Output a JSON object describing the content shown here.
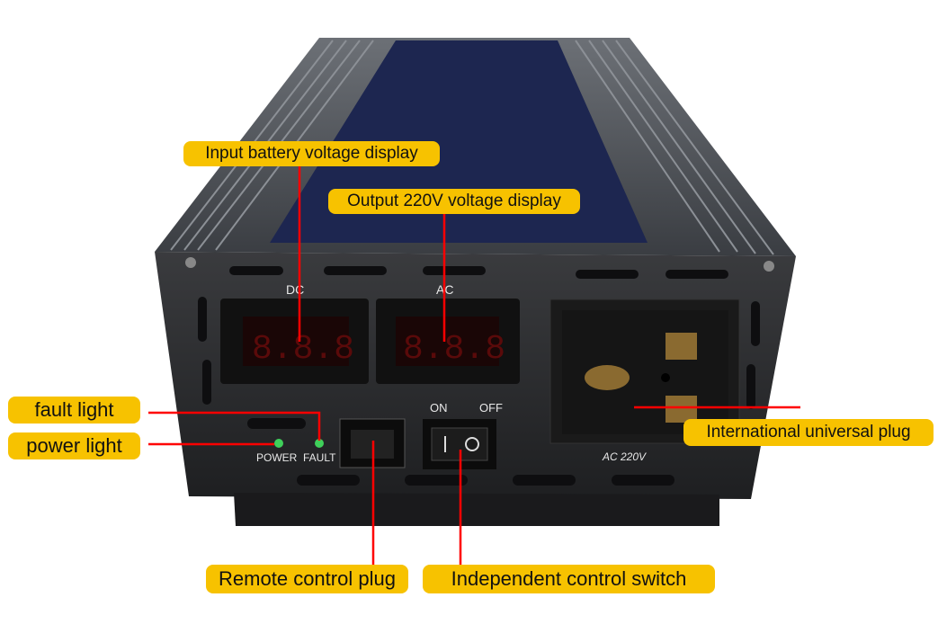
{
  "callouts": {
    "input_display": "Input battery voltage display",
    "output_display": "Output 220V voltage display",
    "fault_light": "fault light",
    "power_light": "power light",
    "universal_plug": "International universal plug",
    "remote_plug": "Remote control plug",
    "control_switch": "Independent control switch"
  },
  "panel": {
    "dc_label": "DC",
    "ac_label": "AC",
    "dc_readout": "8.8.8",
    "ac_readout": "8.8.8",
    "on_label": "ON",
    "off_label": "OFF",
    "power_label": "POWER",
    "fault_label": "FAULT",
    "socket_label": "AC  220V"
  },
  "colors": {
    "callout_bg": "#f7c200",
    "leader_line": "#ff0000",
    "led_color": "#3fd05a",
    "display_digits": "#5a0a0a"
  }
}
